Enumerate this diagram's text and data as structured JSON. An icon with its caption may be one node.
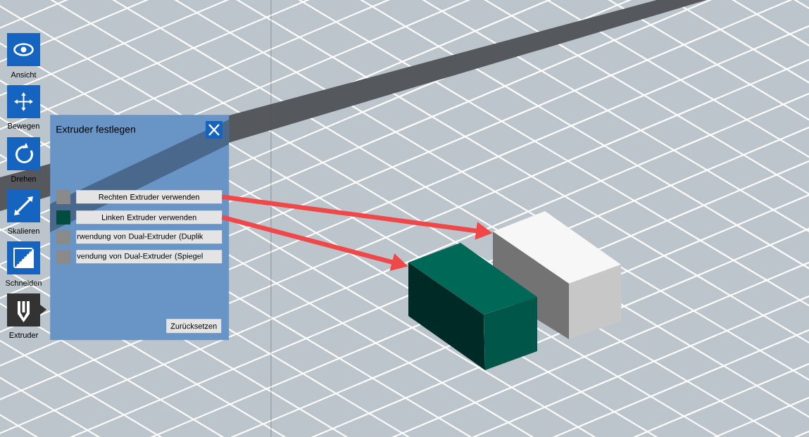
{
  "diagram": {
    "nodes": [
      {
        "text": [
          "Extruder festlegen"
        ]
      },
      {
        "text": [
          "Rechten Extruder verwenden"
        ],
        "in": 0
      },
      {
        "text": [
          "Linken Extruder verwenden"
        ],
        "in": 0
      },
      {
        "text": [
          "rwendung von Dual-Extruder (Duplik"
        ],
        "in": 0
      },
      {
        "text": [
          "vendung von Dual-Extruder (Spiegel"
        ],
        "in": 0
      },
      {
        "text": [
          "Zurücksetzen"
        ],
        "in": 0
      },
      {
        "text": [],
        "shape": "box"
      },
      {
        "text": [],
        "shape": "box"
      }
    ],
    "edges": [
      {
        "from": 1,
        "to": 6,
        "arrow": "to"
      },
      {
        "from": 2,
        "to": 7,
        "arrow": "to"
      }
    ],
    "labels": [
      "Ansicht",
      "Bewegen",
      "Drehen",
      "Skalieren",
      "Schneiden",
      "Extruder"
    ]
  }
}
